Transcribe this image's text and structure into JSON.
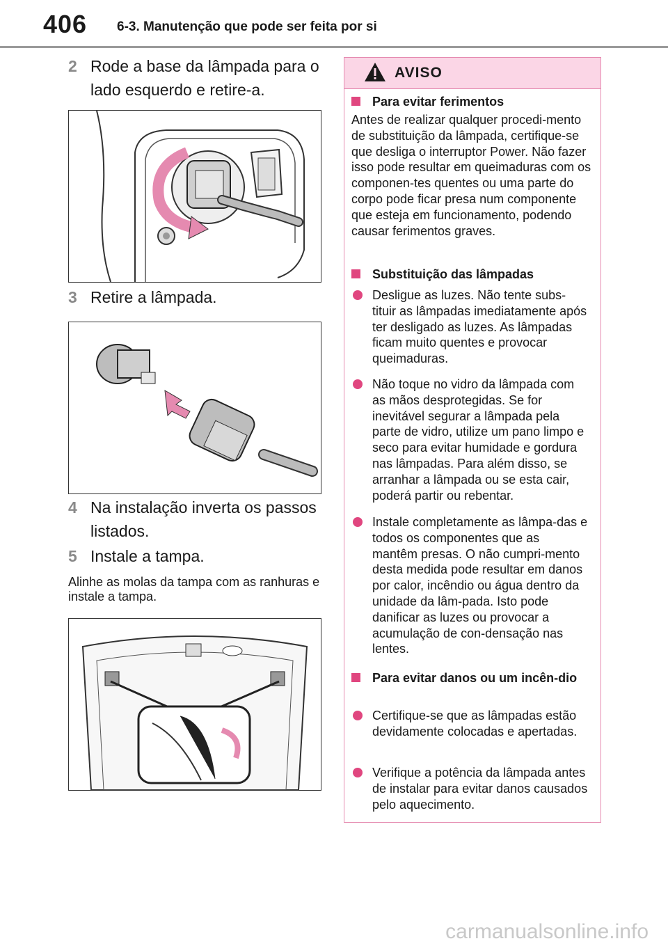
{
  "header": {
    "page_number": "406",
    "section_title": "6-3. Manutenção que pode ser feita por si"
  },
  "steps": [
    {
      "num": "2",
      "text": "Rode a base da lâmpada para o lado esquerdo e retire-a."
    },
    {
      "num": "3",
      "text": "Retire a lâmpada."
    },
    {
      "num": "4",
      "text": "Na instalação inverta os passos listados."
    },
    {
      "num": "5",
      "text": "Instale a tampa."
    }
  ],
  "note": "Alinhe as molas da tampa com as ranhuras e instale a tampa.",
  "warning": {
    "title": "AVISO",
    "sections": [
      {
        "heading": "Para evitar ferimentos",
        "body": "Antes de realizar qualquer procedi-mento de substituição da lâmpada, certifique-se que desliga o interruptor Power. Não fazer isso pode resultar em queimaduras com os componen-tes quentes ou uma parte do corpo pode ficar presa num componente que esteja em funcionamento, podendo causar ferimentos graves."
      },
      {
        "heading": "Substituição das lâmpadas",
        "bullets": [
          "Desligue as luzes. Não tente subs-tituir as lâmpadas imediatamente após ter desligado as luzes. As lâmpadas ficam muito quentes e provocar queimaduras.",
          "Não toque no vidro da lâmpada com as mãos desprotegidas. Se for inevitável segurar a lâmpada pela parte de vidro, utilize um pano limpo e seco para evitar humidade e gordura nas lâmpadas. Para além disso, se arranhar a lâmpada ou se esta cair, poderá partir ou rebentar.",
          "Instale completamente as lâmpa-das e todos os componentes que as mantêm presas. O não cumpri-mento desta medida pode resultar em danos por calor, incêndio ou água dentro da unidade da lâm-pada. Isto pode danificar as luzes ou provocar a acumulação de con-densação nas lentes."
        ]
      },
      {
        "heading": "Para evitar danos ou um incên-dio",
        "bullets": [
          "Certifique-se que as lâmpadas estão devidamente colocadas e apertadas.",
          "Verifique a potência da lâmpada antes de instalar para evitar danos causados pelo aquecimento."
        ]
      }
    ]
  },
  "footer": {
    "watermark": "carmanualsonline.info"
  },
  "colors": {
    "accent": "#e0467f",
    "warning_header_bg": "#fbd6e6",
    "warning_border": "#e58ab0",
    "step_number": "#8a8a8a"
  }
}
